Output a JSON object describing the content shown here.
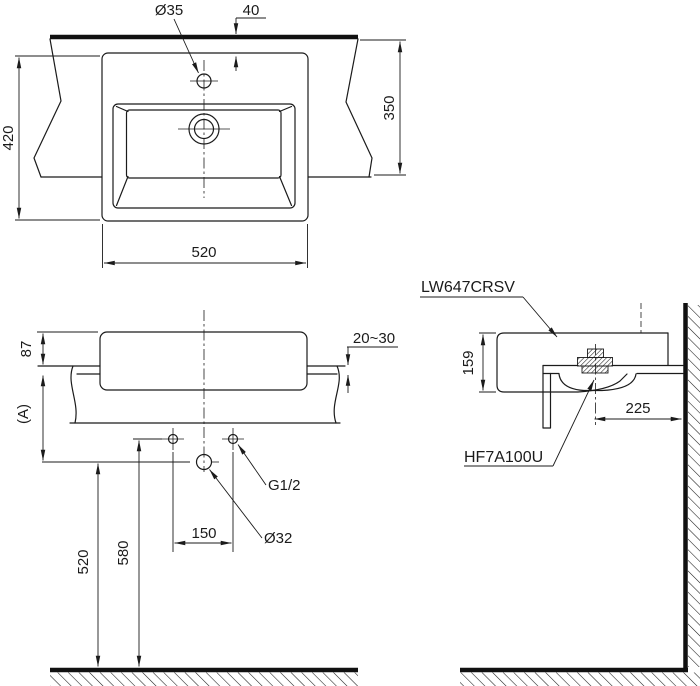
{
  "drawing": {
    "views": {
      "top": {
        "faucet_hole": "Ø35",
        "rear_gap": "40",
        "depth": "420",
        "counter_depth": "350",
        "width": "520"
      },
      "front": {
        "rim_height": "87",
        "counter_to_outlets": "(A)",
        "counter_thickness": "20~30",
        "supply_pitch": "150",
        "drain_outlet_height": "520",
        "supply_height": "580",
        "supply_spec": "G1/2",
        "drain_spec": "Ø32"
      },
      "side": {
        "basin_height": "159",
        "drain_wall_offset": "225",
        "basin_model": "LW647CRSV",
        "drain_fitting_model": "HF7A100U"
      }
    }
  }
}
